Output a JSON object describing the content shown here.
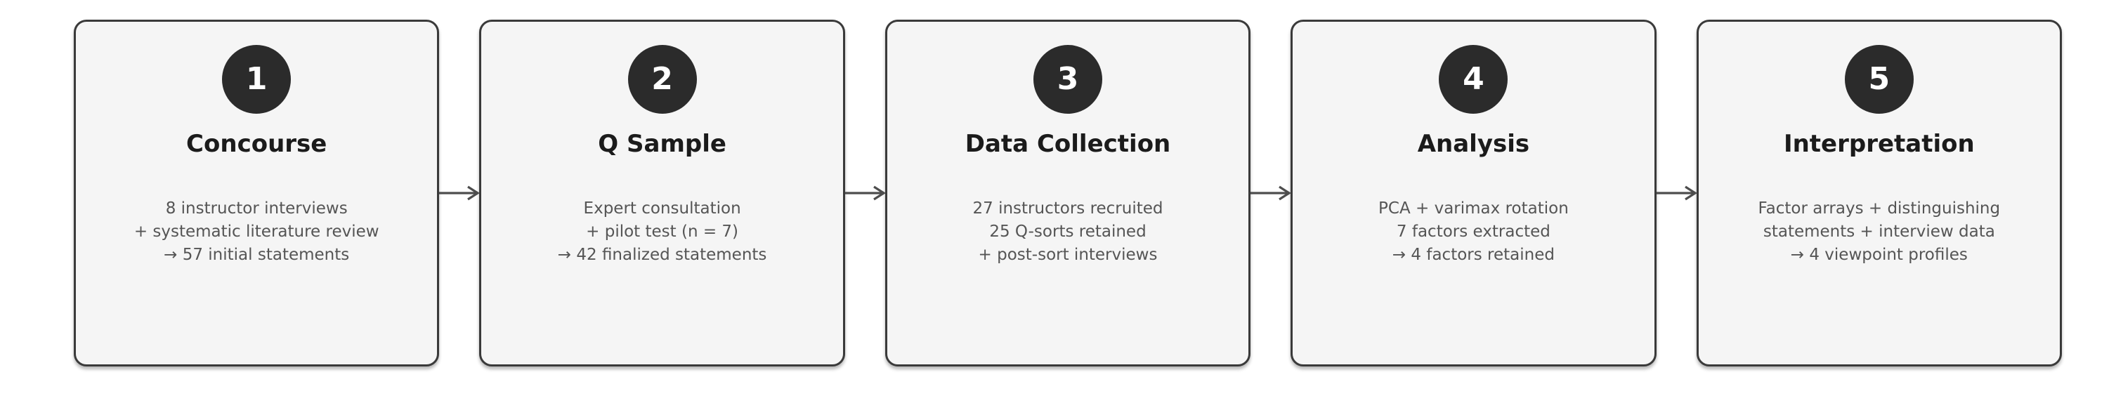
{
  "diagram": {
    "name": "Q-methodology procedure flowchart",
    "colors": {
      "background": "#ffffff",
      "box_fill": "#f5f5f5",
      "box_border": "#3a3a3a",
      "badge_fill": "#2b2b2b",
      "badge_text": "#ffffff",
      "title_text": "#1b1b1b",
      "body_text": "#555555",
      "arrow": "#4d4d4d"
    },
    "steps": [
      {
        "number": "1",
        "title": "Concourse",
        "lines": [
          "8 instructor interviews",
          "+ systematic literature review",
          "→ 57 initial statements"
        ]
      },
      {
        "number": "2",
        "title": "Q Sample",
        "lines": [
          "Expert consultation",
          "+ pilot test (n = 7)",
          "→ 42 finalized statements"
        ]
      },
      {
        "number": "3",
        "title": "Data Collection",
        "lines": [
          "27 instructors recruited",
          "25 Q-sorts retained",
          "+ post-sort interviews"
        ]
      },
      {
        "number": "4",
        "title": "Analysis",
        "lines": [
          "PCA + varimax rotation",
          "7 factors extracted",
          "→ 4 factors retained"
        ]
      },
      {
        "number": "5",
        "title": "Interpretation",
        "lines": [
          "Factor arrays + distinguishing",
          "statements + interview data",
          "→ 4 viewpoint profiles"
        ]
      }
    ]
  }
}
